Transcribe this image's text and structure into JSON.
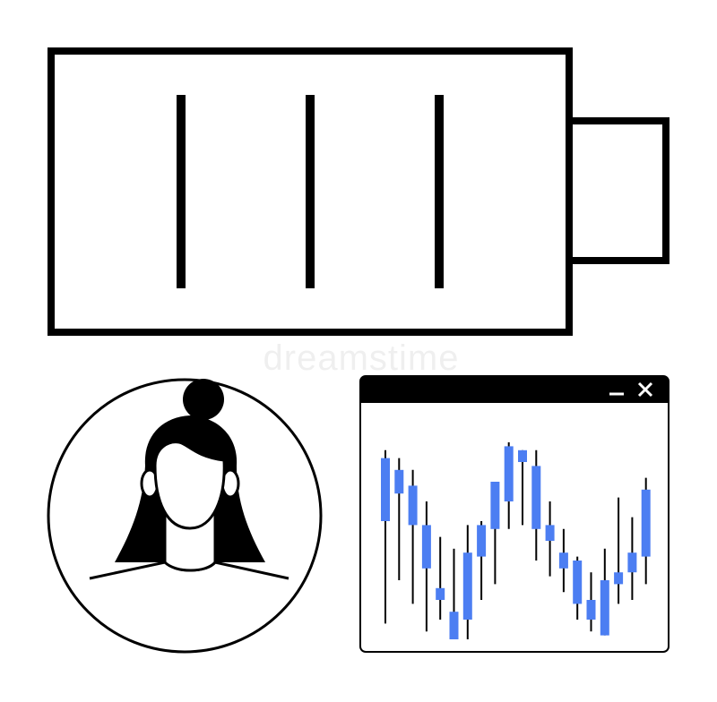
{
  "colors": {
    "stroke": "#000000",
    "background": "#ffffff",
    "candle_accent": "#4c7ef2",
    "window_titlebar": "#000000",
    "window_controls": "#ffffff"
  },
  "battery": {
    "charge_bars": 3
  },
  "avatar": {
    "icon": "woman-with-bun-icon"
  },
  "chart_window": {
    "icon": "candlestick-chart-icon",
    "controls": [
      "minimize-icon",
      "close-icon"
    ],
    "candles": [
      {
        "low": 0.08,
        "high": 0.96,
        "open": 0.6,
        "close": 0.92
      },
      {
        "low": 0.3,
        "high": 0.92,
        "open": 0.86,
        "close": 0.74
      },
      {
        "low": 0.18,
        "high": 0.86,
        "open": 0.78,
        "close": 0.58
      },
      {
        "low": 0.04,
        "high": 0.7,
        "open": 0.58,
        "close": 0.36
      },
      {
        "low": 0.1,
        "high": 0.52,
        "open": 0.26,
        "close": 0.2
      },
      {
        "low": 0.0,
        "high": 0.46,
        "open": 0.0,
        "close": 0.14
      },
      {
        "low": 0.0,
        "high": 0.58,
        "open": 0.1,
        "close": 0.44
      },
      {
        "low": 0.2,
        "high": 0.6,
        "open": 0.42,
        "close": 0.58
      },
      {
        "low": 0.28,
        "high": 0.8,
        "open": 0.56,
        "close": 0.8
      },
      {
        "low": 0.56,
        "high": 1.0,
        "open": 0.7,
        "close": 0.98
      },
      {
        "low": 0.58,
        "high": 0.96,
        "open": 0.96,
        "close": 0.9
      },
      {
        "low": 0.4,
        "high": 0.96,
        "open": 0.88,
        "close": 0.56
      },
      {
        "low": 0.32,
        "high": 0.7,
        "open": 0.58,
        "close": 0.5
      },
      {
        "low": 0.24,
        "high": 0.56,
        "open": 0.44,
        "close": 0.36
      },
      {
        "low": 0.1,
        "high": 0.42,
        "open": 0.4,
        "close": 0.18
      },
      {
        "low": 0.04,
        "high": 0.34,
        "open": 0.2,
        "close": 0.1
      },
      {
        "low": 0.02,
        "high": 0.46,
        "open": 0.02,
        "close": 0.3
      },
      {
        "low": 0.18,
        "high": 0.72,
        "open": 0.28,
        "close": 0.34
      },
      {
        "low": 0.2,
        "high": 0.62,
        "open": 0.34,
        "close": 0.44
      },
      {
        "low": 0.28,
        "high": 0.82,
        "open": 0.42,
        "close": 0.76
      }
    ]
  }
}
